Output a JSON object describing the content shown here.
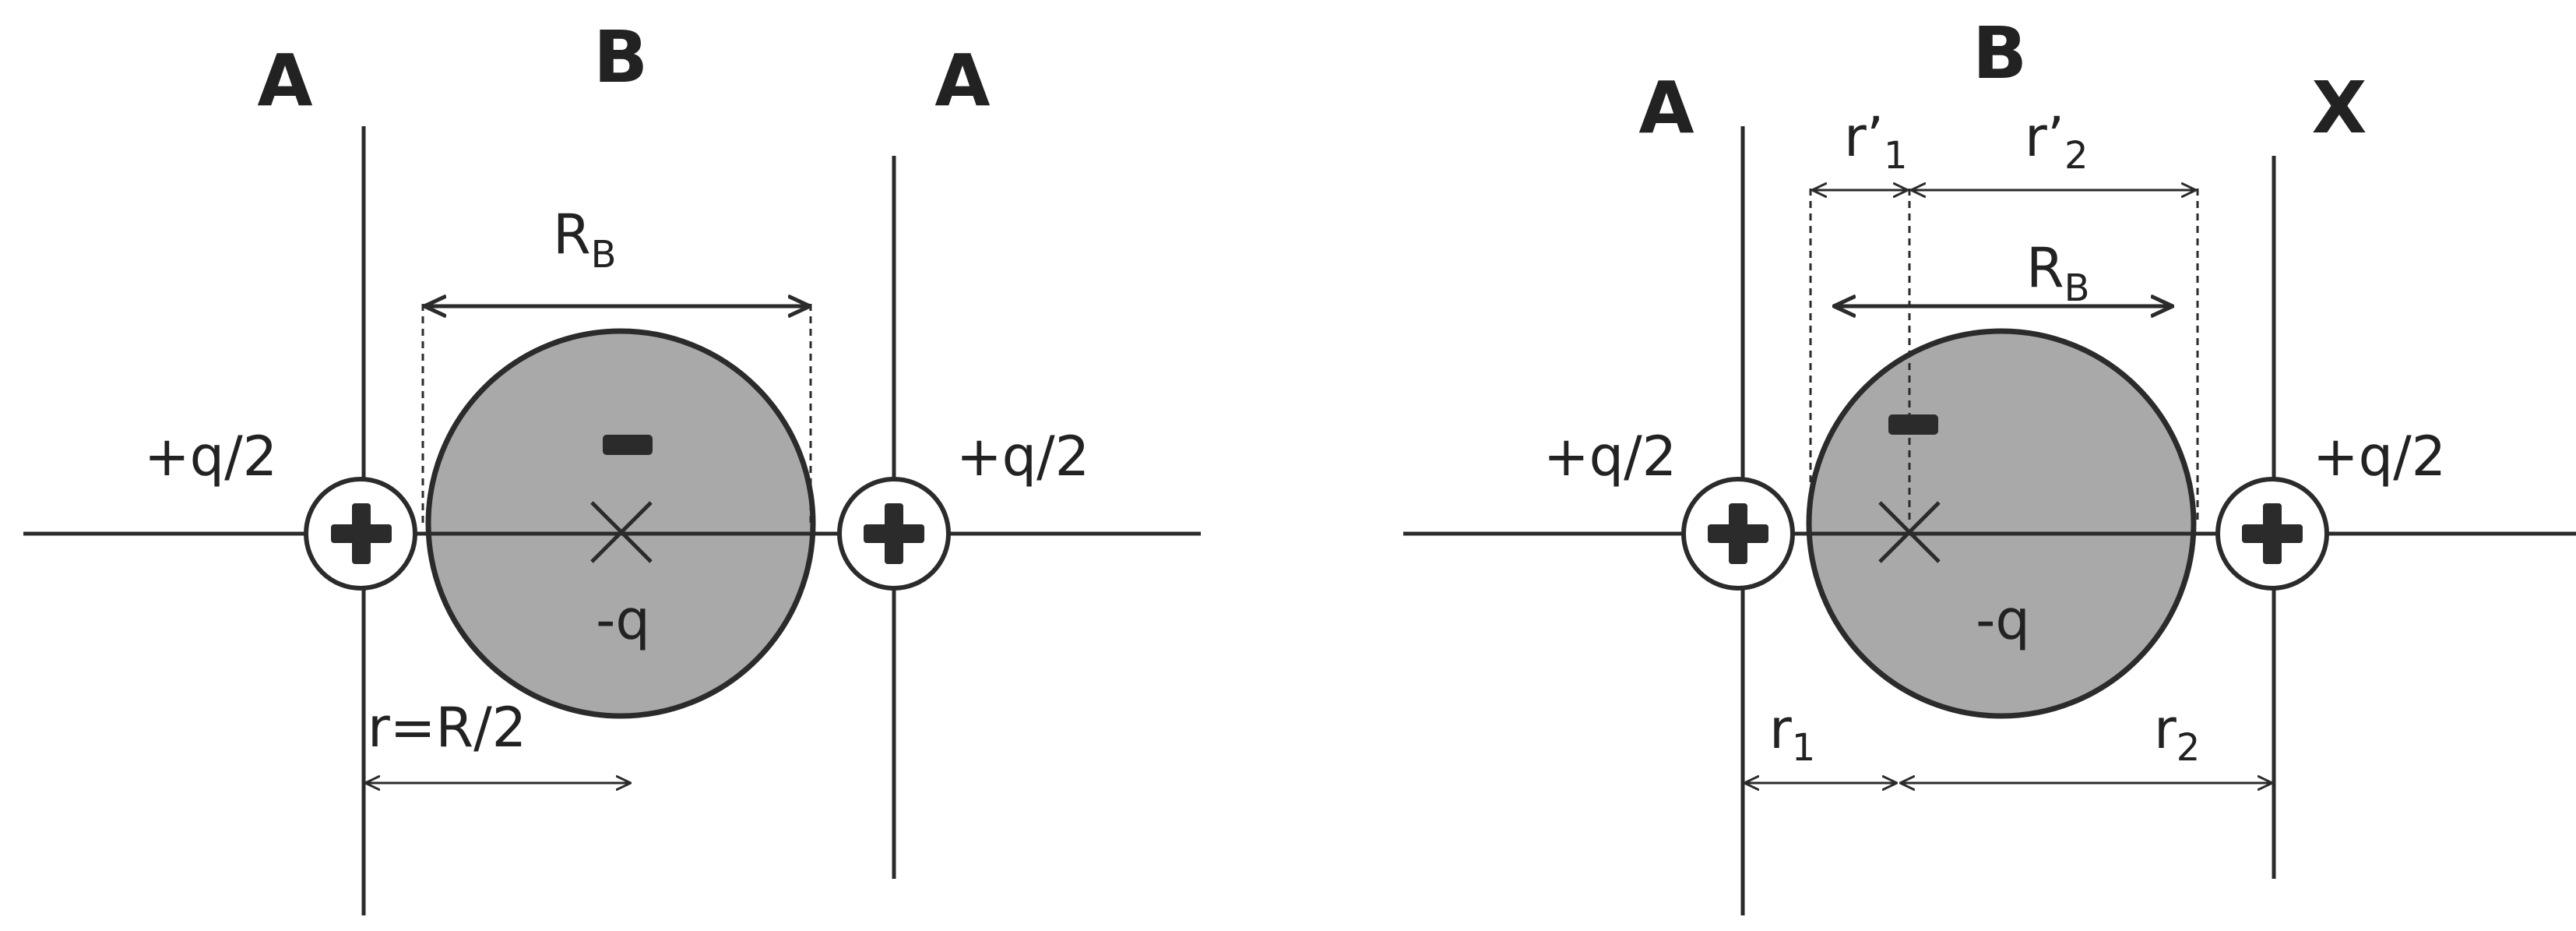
{
  "colors": {
    "ink": "#2b2b2b",
    "disc_fill": "#a9a9a9",
    "background": "#ffffff"
  },
  "left_panel": {
    "label_a_left": "A",
    "label_b": "B",
    "label_a_right": "A",
    "rb_main": "R",
    "rb_sub": "B",
    "charge_left": "+q/2",
    "charge_right": "+q/2",
    "center_charge": "-q",
    "distance_label": "r=R/2"
  },
  "right_panel": {
    "label_a": "A",
    "label_b": "B",
    "label_x": "X",
    "r1p_main": "r’",
    "r1p_sub": "1",
    "r2p_main": "r’",
    "r2p_sub": "2",
    "rb_main": "R",
    "rb_sub": "B",
    "charge_left": "+q/2",
    "charge_right": "+q/2",
    "center_charge": "-q",
    "r1_main": "r",
    "r1_sub": "1",
    "r2_main": "r",
    "r2_sub": "2"
  },
  "icons": {
    "positive_ion": "plus-in-circle-icon",
    "negative_sign": "minus-bar-icon",
    "center_marker": "cross-icon"
  }
}
